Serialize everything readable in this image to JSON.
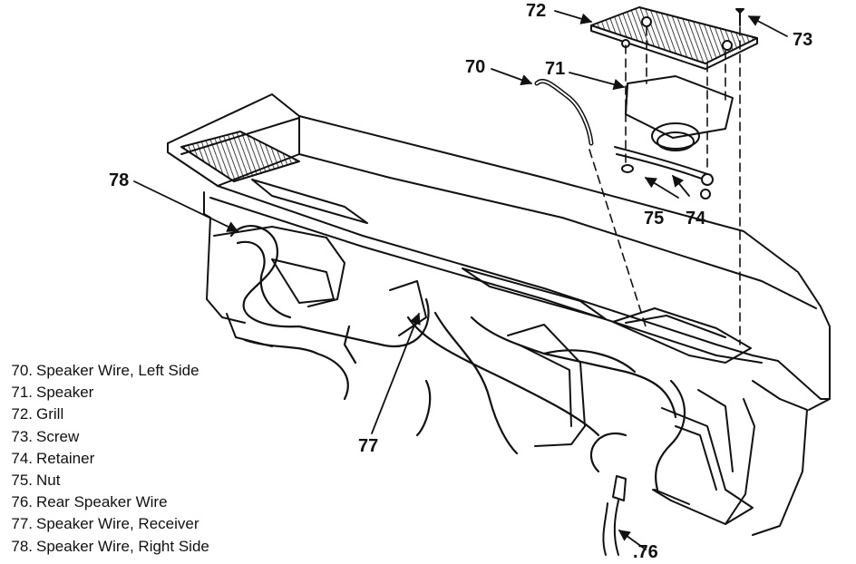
{
  "callouts": {
    "c70": "70",
    "c71": "71",
    "c72": "72",
    "c73": "73",
    "c74": "74",
    "c75": "75",
    "c76": ".76",
    "c77": "77",
    "c78": "78"
  },
  "legend": [
    {
      "number": "70.",
      "label": "Speaker Wire, Left Side"
    },
    {
      "number": "71.",
      "label": "Speaker"
    },
    {
      "number": "72.",
      "label": "Grill"
    },
    {
      "number": "73.",
      "label": "Screw"
    },
    {
      "number": "74.",
      "label": "Retainer"
    },
    {
      "number": "75.",
      "label": "Nut"
    },
    {
      "number": "76.",
      "label": "Rear Speaker Wire"
    },
    {
      "number": "77.",
      "label": "Speaker Wire, Receiver"
    },
    {
      "number": "78.",
      "label": "Speaker Wire, Right Side"
    }
  ]
}
